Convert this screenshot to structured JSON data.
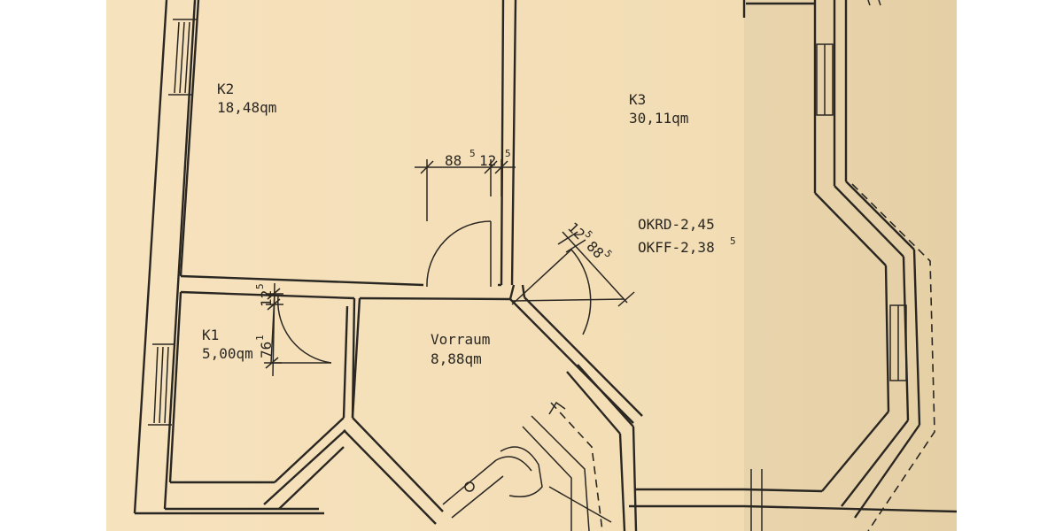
{
  "rooms": {
    "k2": {
      "name": "K2",
      "area": "18,48qm"
    },
    "k3": {
      "name": "K3",
      "area": "30,11qm"
    },
    "k1": {
      "name": "K1",
      "area": "5,00qm"
    },
    "vorraum": {
      "name": "Vorraum",
      "area": "8,88qm"
    }
  },
  "levels": {
    "okrd": "OKRD-2,45",
    "okff": "OKFF-2,38",
    "okff_sup": "5"
  },
  "dimensions": {
    "k2_door": {
      "width": "88",
      "width_sup": "5",
      "frame": "12",
      "frame_sup": "5"
    },
    "k3_door": {
      "frame": "12",
      "frame_sup": "5",
      "width": "88",
      "width_sup": "5"
    },
    "k1_door": {
      "width": "76",
      "width_sup": "1",
      "frame": "12",
      "frame_sup": "5"
    }
  }
}
